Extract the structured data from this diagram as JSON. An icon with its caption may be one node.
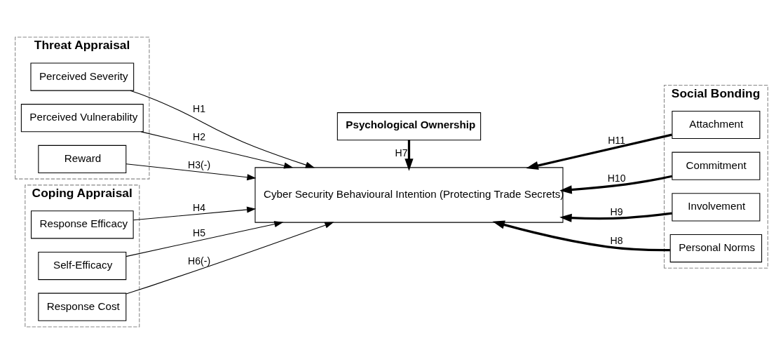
{
  "diagram": {
    "nodes": [
      {
        "text": [
          "Threat Appraisal"
        ]
      },
      {
        "text": [
          "Perceived Severity"
        ],
        "in": 0
      },
      {
        "text": [
          "Perceived Vulnerability"
        ],
        "in": 0
      },
      {
        "text": [
          "Reward"
        ],
        "in": 0
      },
      {
        "text": [
          "Coping Appraisal"
        ]
      },
      {
        "text": [
          "Response Efficacy"
        ],
        "in": 4
      },
      {
        "text": [
          "Self-Efficacy"
        ],
        "in": 4
      },
      {
        "text": [
          "Response Cost"
        ],
        "in": 4
      },
      {
        "text": [
          "Psychological Ownership"
        ]
      },
      {
        "text": [
          "Cyber Security Behavioural Intention (Protecting Trade Secrets)"
        ]
      },
      {
        "text": [
          "Social Bonding"
        ]
      },
      {
        "text": [
          "Attachment"
        ],
        "in": 10
      },
      {
        "text": [
          "Commitment"
        ],
        "in": 10
      },
      {
        "text": [
          "Involvement"
        ],
        "in": 10
      },
      {
        "text": [
          "Personal Norms"
        ],
        "in": 10
      }
    ],
    "edges": [
      {
        "from": 1,
        "to": 9,
        "arrow": "to",
        "label": "H1"
      },
      {
        "from": 2,
        "to": 9,
        "arrow": "to",
        "label": "H2"
      },
      {
        "from": 3,
        "to": 9,
        "arrow": "to",
        "label": "H3(-)"
      },
      {
        "from": 5,
        "to": 9,
        "arrow": "to",
        "label": "H4"
      },
      {
        "from": 6,
        "to": 9,
        "arrow": "to",
        "label": "H5"
      },
      {
        "from": 7,
        "to": 9,
        "arrow": "to",
        "label": "H6(-)"
      },
      {
        "from": 8,
        "to": 9,
        "arrow": "to",
        "label": "H7",
        "style": "thick"
      },
      {
        "from": 11,
        "to": 9,
        "arrow": "to",
        "label": "H11",
        "style": "thick"
      },
      {
        "from": 12,
        "to": 9,
        "arrow": "to",
        "label": "H10",
        "style": "thick"
      },
      {
        "from": 13,
        "to": 9,
        "arrow": "to",
        "label": "H9",
        "style": "thick"
      },
      {
        "from": 14,
        "to": 9,
        "arrow": "to",
        "label": "H8",
        "style": "thick"
      }
    ]
  }
}
